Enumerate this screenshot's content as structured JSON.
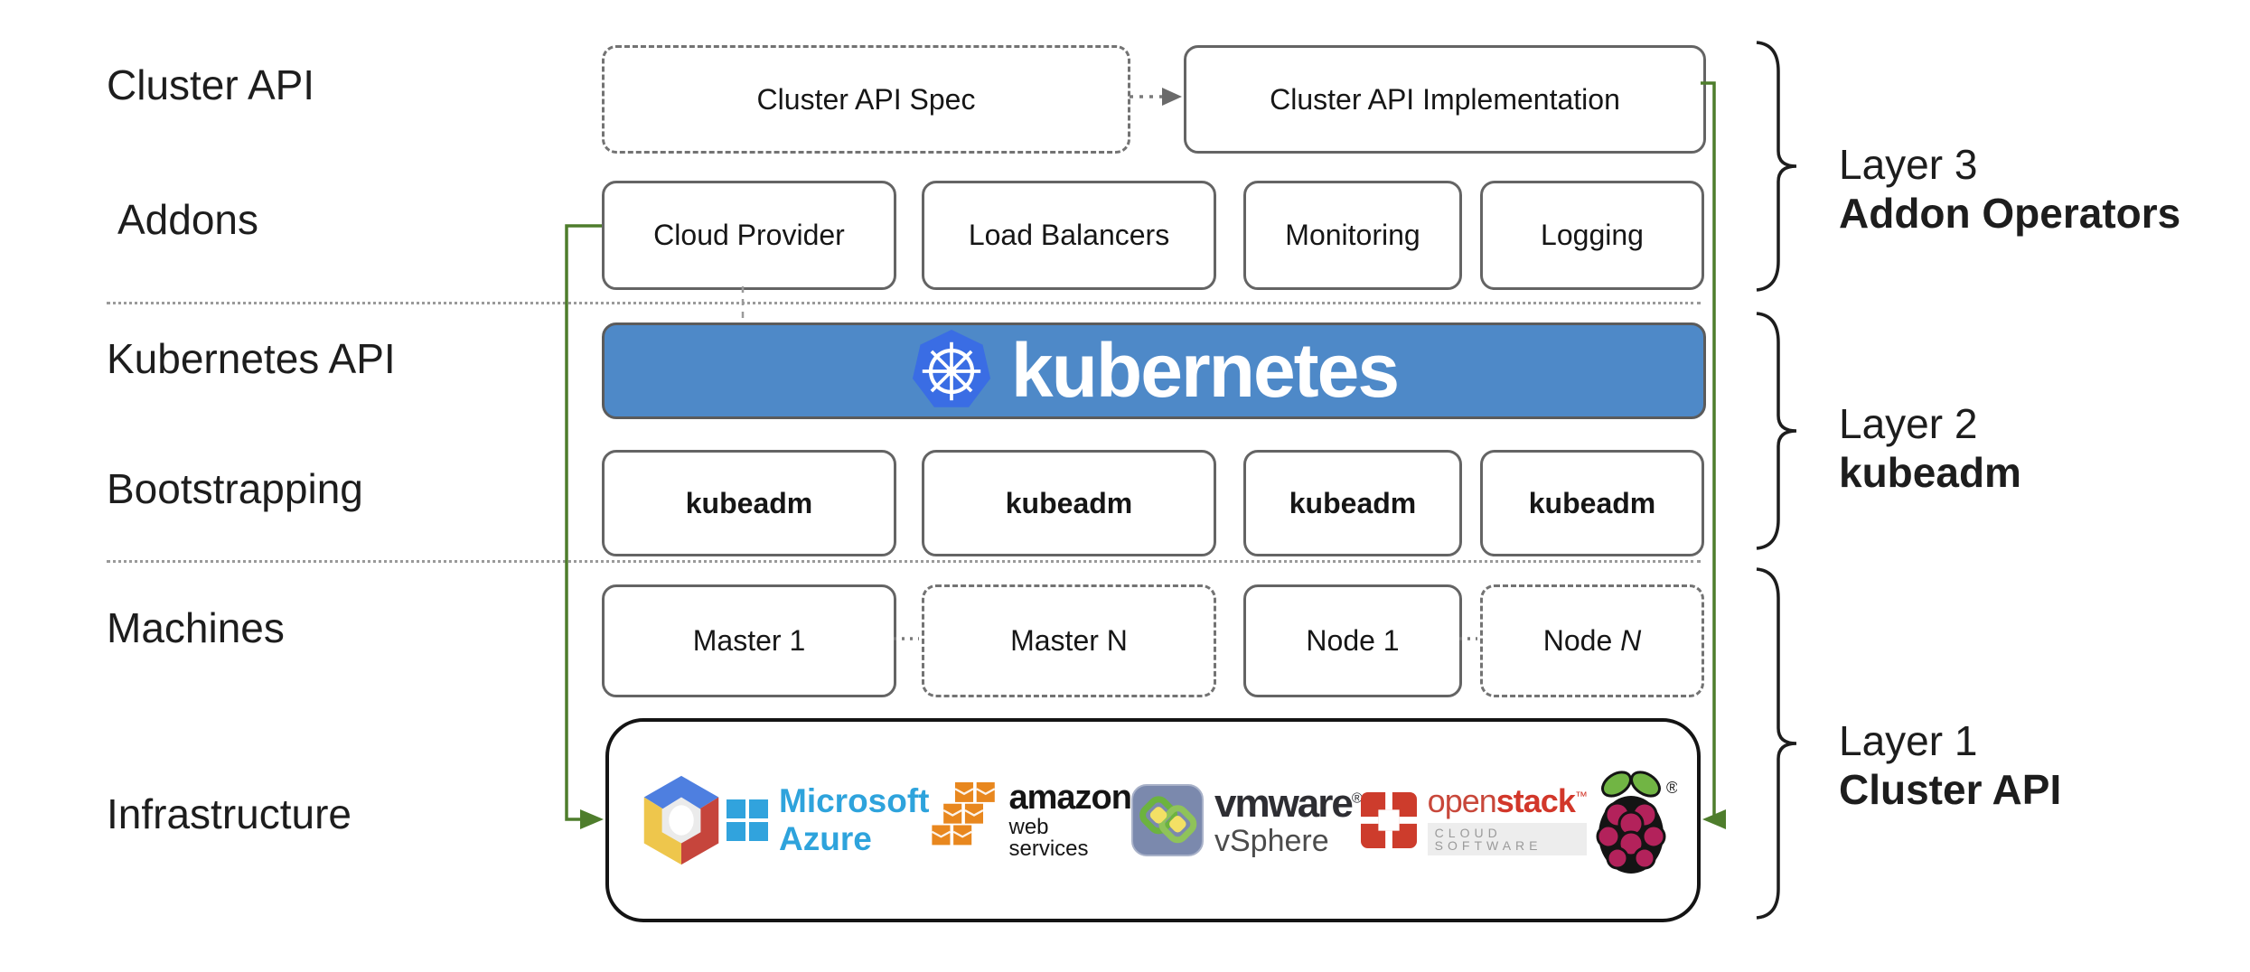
{
  "colors": {
    "banner_blue": "#4e89c8",
    "k8s_logo_blue": "#3a6de4",
    "arrow_green": "#4e7d2c",
    "azure_blue": "#2ea3dc",
    "aws_orange": "#e8871e",
    "openstack_red": "#d2372a",
    "raspberry_berry": "#b3225b",
    "raspberry_leaf": "#71b544"
  },
  "left_labels": [
    "Cluster API",
    "Addons",
    "Kubernetes API",
    "Bootstrapping",
    "Machines",
    "Infrastructure"
  ],
  "row_cluster_api": {
    "spec": "Cluster API Spec",
    "impl": "Cluster API Implementation"
  },
  "row_addons": [
    "Cloud Provider",
    "Load Balancers",
    "Monitoring",
    "Logging"
  ],
  "banner": {
    "wordmark": "kubernetes"
  },
  "row_bootstrapping": [
    "kubeadm",
    "kubeadm",
    "kubeadm",
    "kubeadm"
  ],
  "row_machines": {
    "m1": "Master 1",
    "mn": "Master N",
    "n1": "Node 1",
    "nn_prefix": "Node ",
    "nn_suffix": "N"
  },
  "layers": [
    {
      "line1": "Layer 3",
      "line2": "Addon Operators"
    },
    {
      "line1": "Layer 2",
      "line2": "kubeadm"
    },
    {
      "line1": "Layer 1",
      "line2": "Cluster API"
    }
  ],
  "infrastructure": {
    "azure": {
      "label": "Microsoft Azure"
    },
    "amazon": {
      "line1": "amazon",
      "line2": "web services"
    },
    "vmware": {
      "line1": "vmware",
      "reg": "®",
      "line2": "vSphere"
    },
    "openstack": {
      "part1": "open",
      "part2": "stack",
      "tm": "™",
      "sub": "CLOUD SOFTWARE"
    },
    "raspberry": {
      "reg": "®"
    }
  }
}
